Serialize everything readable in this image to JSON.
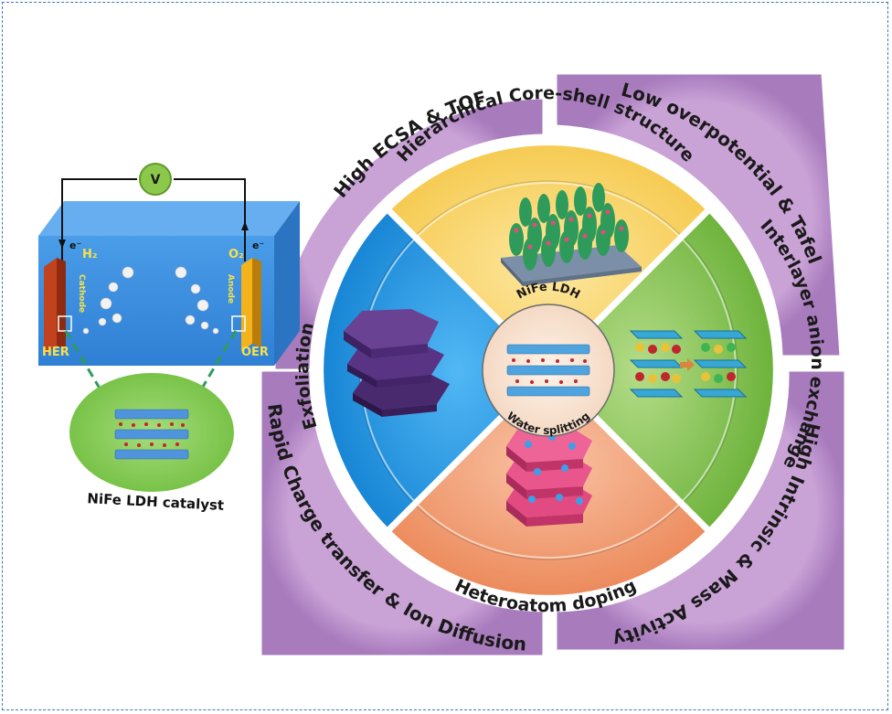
{
  "cell": {
    "voltmeter": "V",
    "electron_left": "e⁻",
    "electron_right": "e⁻",
    "h2": "H₂",
    "o2": "O₂",
    "cathode": "Cathode",
    "anode": "Anode",
    "her": "HER",
    "oer": "OER",
    "catalyst_label": "NiFe LDH catalyst"
  },
  "wheel": {
    "center_top": "NiFe LDH",
    "center_bottom": "Water splitting",
    "inner": {
      "top": "Hierarchical Core-shell structure",
      "right": "Interlayer anion exchange",
      "bottom": "Heteroatom doping",
      "left": "Exfoliation"
    },
    "outer": {
      "top_left": "High  ECSA & TOF",
      "top_right": "Low overpotential & Tafel",
      "bottom_right": "High Intrinsic & Mass Activity",
      "bottom_left": "Rapid Charge transfer & Ion Diffusion"
    }
  },
  "colors": {
    "frame": "#3b78c4",
    "outer_ring": "#b58ac4",
    "top_sector": "#fbd56a",
    "right_sector": "#8fc85a",
    "bottom_sector": "#f3a57e",
    "left_sector": "#2f9fe6",
    "cell_box": "#3c8fe0"
  }
}
